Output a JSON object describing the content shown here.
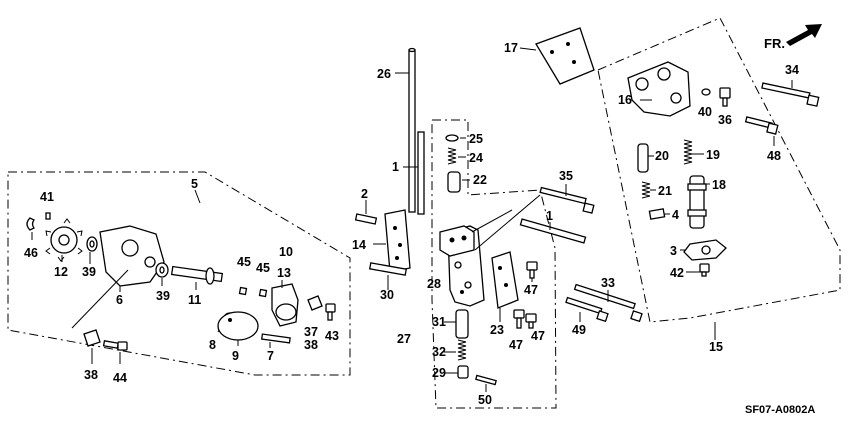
{
  "colors": {
    "ink": "#000000",
    "paper": "#ffffff"
  },
  "direction": {
    "label": "FR.",
    "icon": "front-arrow-icon"
  },
  "diagram_code": "SF07-A0802A",
  "callouts": {
    "p1a": "1",
    "p1b": "1",
    "p2": "2",
    "p3": "3",
    "p4": "4",
    "p5": "5",
    "p6": "6",
    "p7": "7",
    "p8": "8",
    "p9": "9",
    "p10": "10",
    "p11": "11",
    "p12": "12",
    "p13": "13",
    "p14": "14",
    "p15": "15",
    "p16": "16",
    "p17": "17",
    "p18": "18",
    "p19": "19",
    "p20": "20",
    "p21": "21",
    "p22": "22",
    "p23": "23",
    "p24": "24",
    "p25": "25",
    "p26": "26",
    "p27": "27",
    "p28": "28",
    "p29": "29",
    "p30": "30",
    "p31": "31",
    "p32": "32",
    "p33": "33",
    "p34": "34",
    "p35": "35",
    "p36": "36",
    "p37": "37",
    "p38a": "38",
    "p38b": "38",
    "p39a": "39",
    "p39b": "39",
    "p40": "40",
    "p41": "41",
    "p42": "42",
    "p43": "43",
    "p44": "44",
    "p45a": "45",
    "p45b": "45",
    "p46": "46",
    "p47a": "47",
    "p47b": "47",
    "p47c": "47",
    "p48": "48",
    "p49": "49",
    "p50": "50"
  }
}
